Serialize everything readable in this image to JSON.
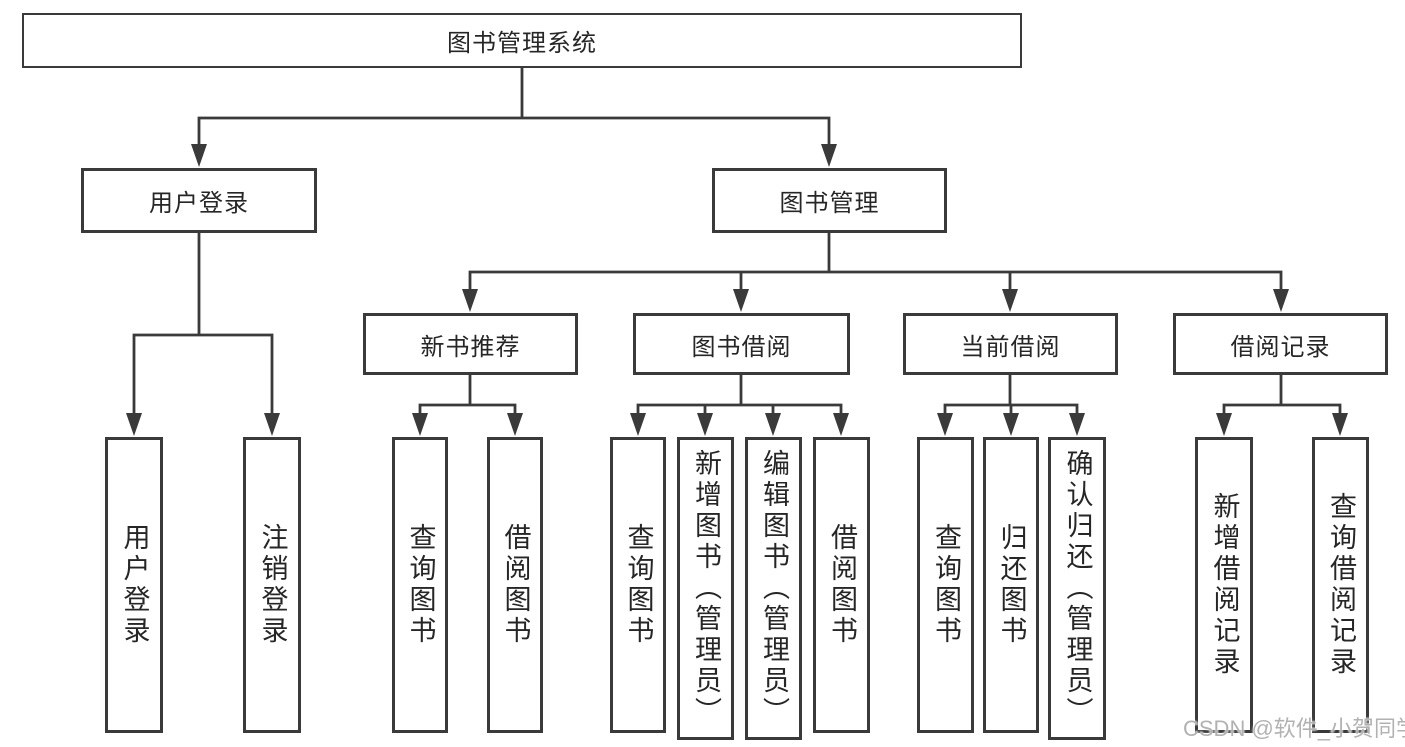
{
  "colors": {
    "background": "#ffffff",
    "stroke": "#3a3a3a",
    "text": "#262626",
    "watermark": "#b2b2b2"
  },
  "nodes": {
    "root": "图书管理系统",
    "user_login": "用户登录",
    "book_mgmt": "图书管理",
    "new_book_rec": "新书推荐",
    "book_borrow": "图书借阅",
    "current_borrow": "当前借阅",
    "borrow_record": "借阅记录",
    "leaf_user_login": "用户登录",
    "leaf_logout": "注销登录",
    "nb_query": "查询图书",
    "nb_borrow": "借阅图书",
    "bb_query": "查询图书",
    "bb_add": "新增图书（管理员）",
    "bb_edit": "编辑图书（管理员）",
    "bb_borrow": "借阅图书",
    "cb_query": "查询图书",
    "cb_return": "归还图书",
    "cb_confirm": "确认归还（管理员）",
    "br_add": "新增借阅记录",
    "br_query": "查询借阅记录"
  },
  "hierarchy": {
    "图书管理系统": {
      "用户登录": [
        "用户登录",
        "注销登录"
      ],
      "图书管理": {
        "新书推荐": [
          "查询图书",
          "借阅图书"
        ],
        "图书借阅": [
          "查询图书",
          "新增图书（管理员）",
          "编辑图书（管理员）",
          "借阅图书"
        ],
        "当前借阅": [
          "查询图书",
          "归还图书",
          "确认归还（管理员）"
        ],
        "借阅记录": [
          "新增借阅记录",
          "查询借阅记录"
        ]
      }
    }
  },
  "watermark": {
    "text": "CSDN @软件_小贺同学"
  }
}
